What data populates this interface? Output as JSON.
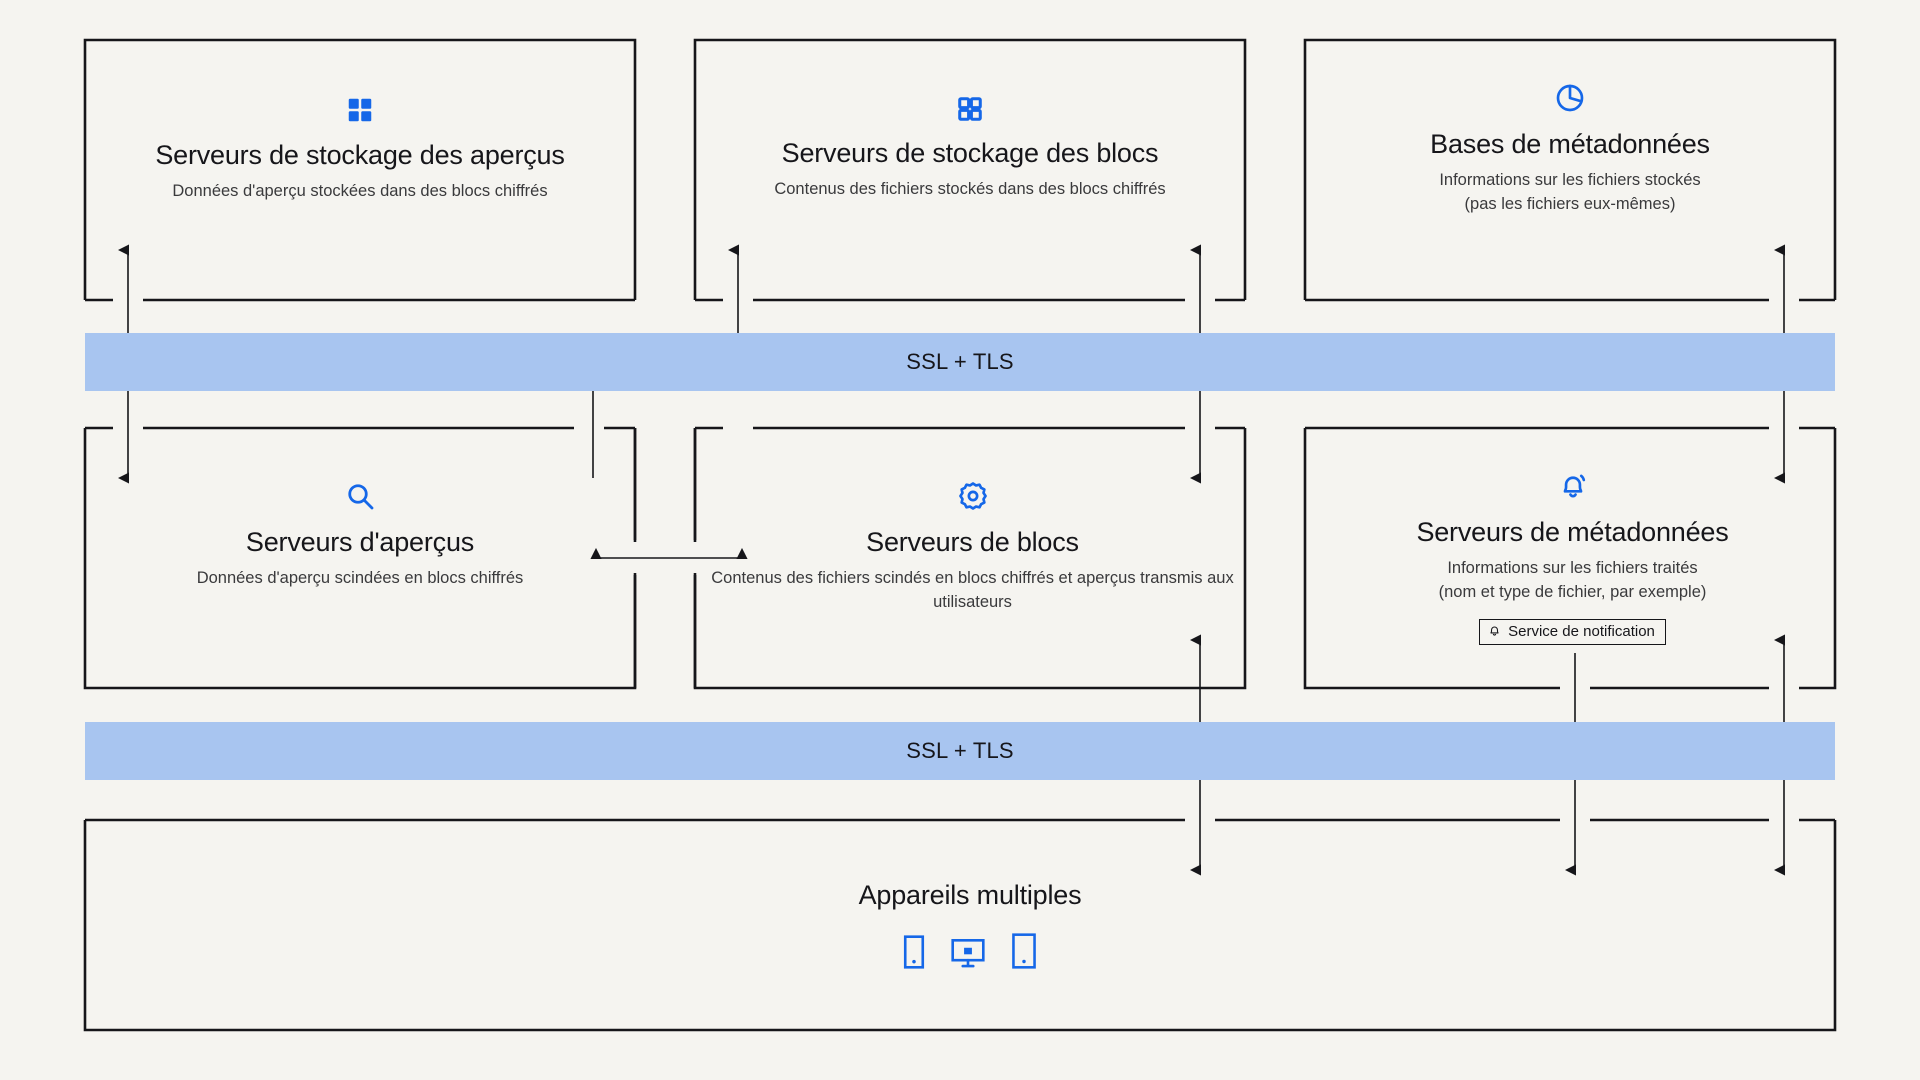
{
  "diagram": {
    "background_color": "#f5f4f0",
    "accent_color": "#1567e8",
    "band_color": "#a8c5f0",
    "line_color": "#16161a"
  },
  "bands": [
    {
      "id": "ssl-top",
      "label": "SSL + TLS"
    },
    {
      "id": "ssl-bottom",
      "label": "SSL + TLS"
    }
  ],
  "nodes": {
    "preview_storage": {
      "icon": "grid-filled-icon",
      "title": "Serveurs de stockage des aperçus",
      "desc": "Données d'aperçu stockées dans des blocs chiffrés"
    },
    "block_storage": {
      "icon": "grid-outline-icon",
      "title": "Serveurs de stockage des blocs",
      "desc": "Contenus des fichiers stockés dans des blocs chiffrés"
    },
    "metadata_db": {
      "icon": "pie-chart-icon",
      "title": "Bases de métadonnées",
      "desc_line1": "Informations sur les fichiers stockés",
      "desc_line2": "(pas les fichiers eux-mêmes)"
    },
    "preview_servers": {
      "icon": "magnifier-icon",
      "title": "Serveurs d'aperçus",
      "desc": "Données d'aperçu scindées en blocs chiffrés"
    },
    "block_servers": {
      "icon": "gear-icon",
      "title": "Serveurs de blocs",
      "desc": "Contenus des fichiers scindés en blocs chiffrés et aperçus transmis aux utilisateurs"
    },
    "metadata_servers": {
      "icon": "bell-icon",
      "title": "Serveurs de métadonnées",
      "desc_line1": "Informations sur les fichiers traités",
      "desc_line2": "(nom et type de fichier, par exemple)",
      "chip": {
        "icon": "bell-small-icon",
        "label": "Service de notification"
      }
    },
    "devices": {
      "title": "Appareils multiples",
      "icons": [
        "phone-icon",
        "desktop-icon",
        "tablet-icon"
      ]
    }
  }
}
